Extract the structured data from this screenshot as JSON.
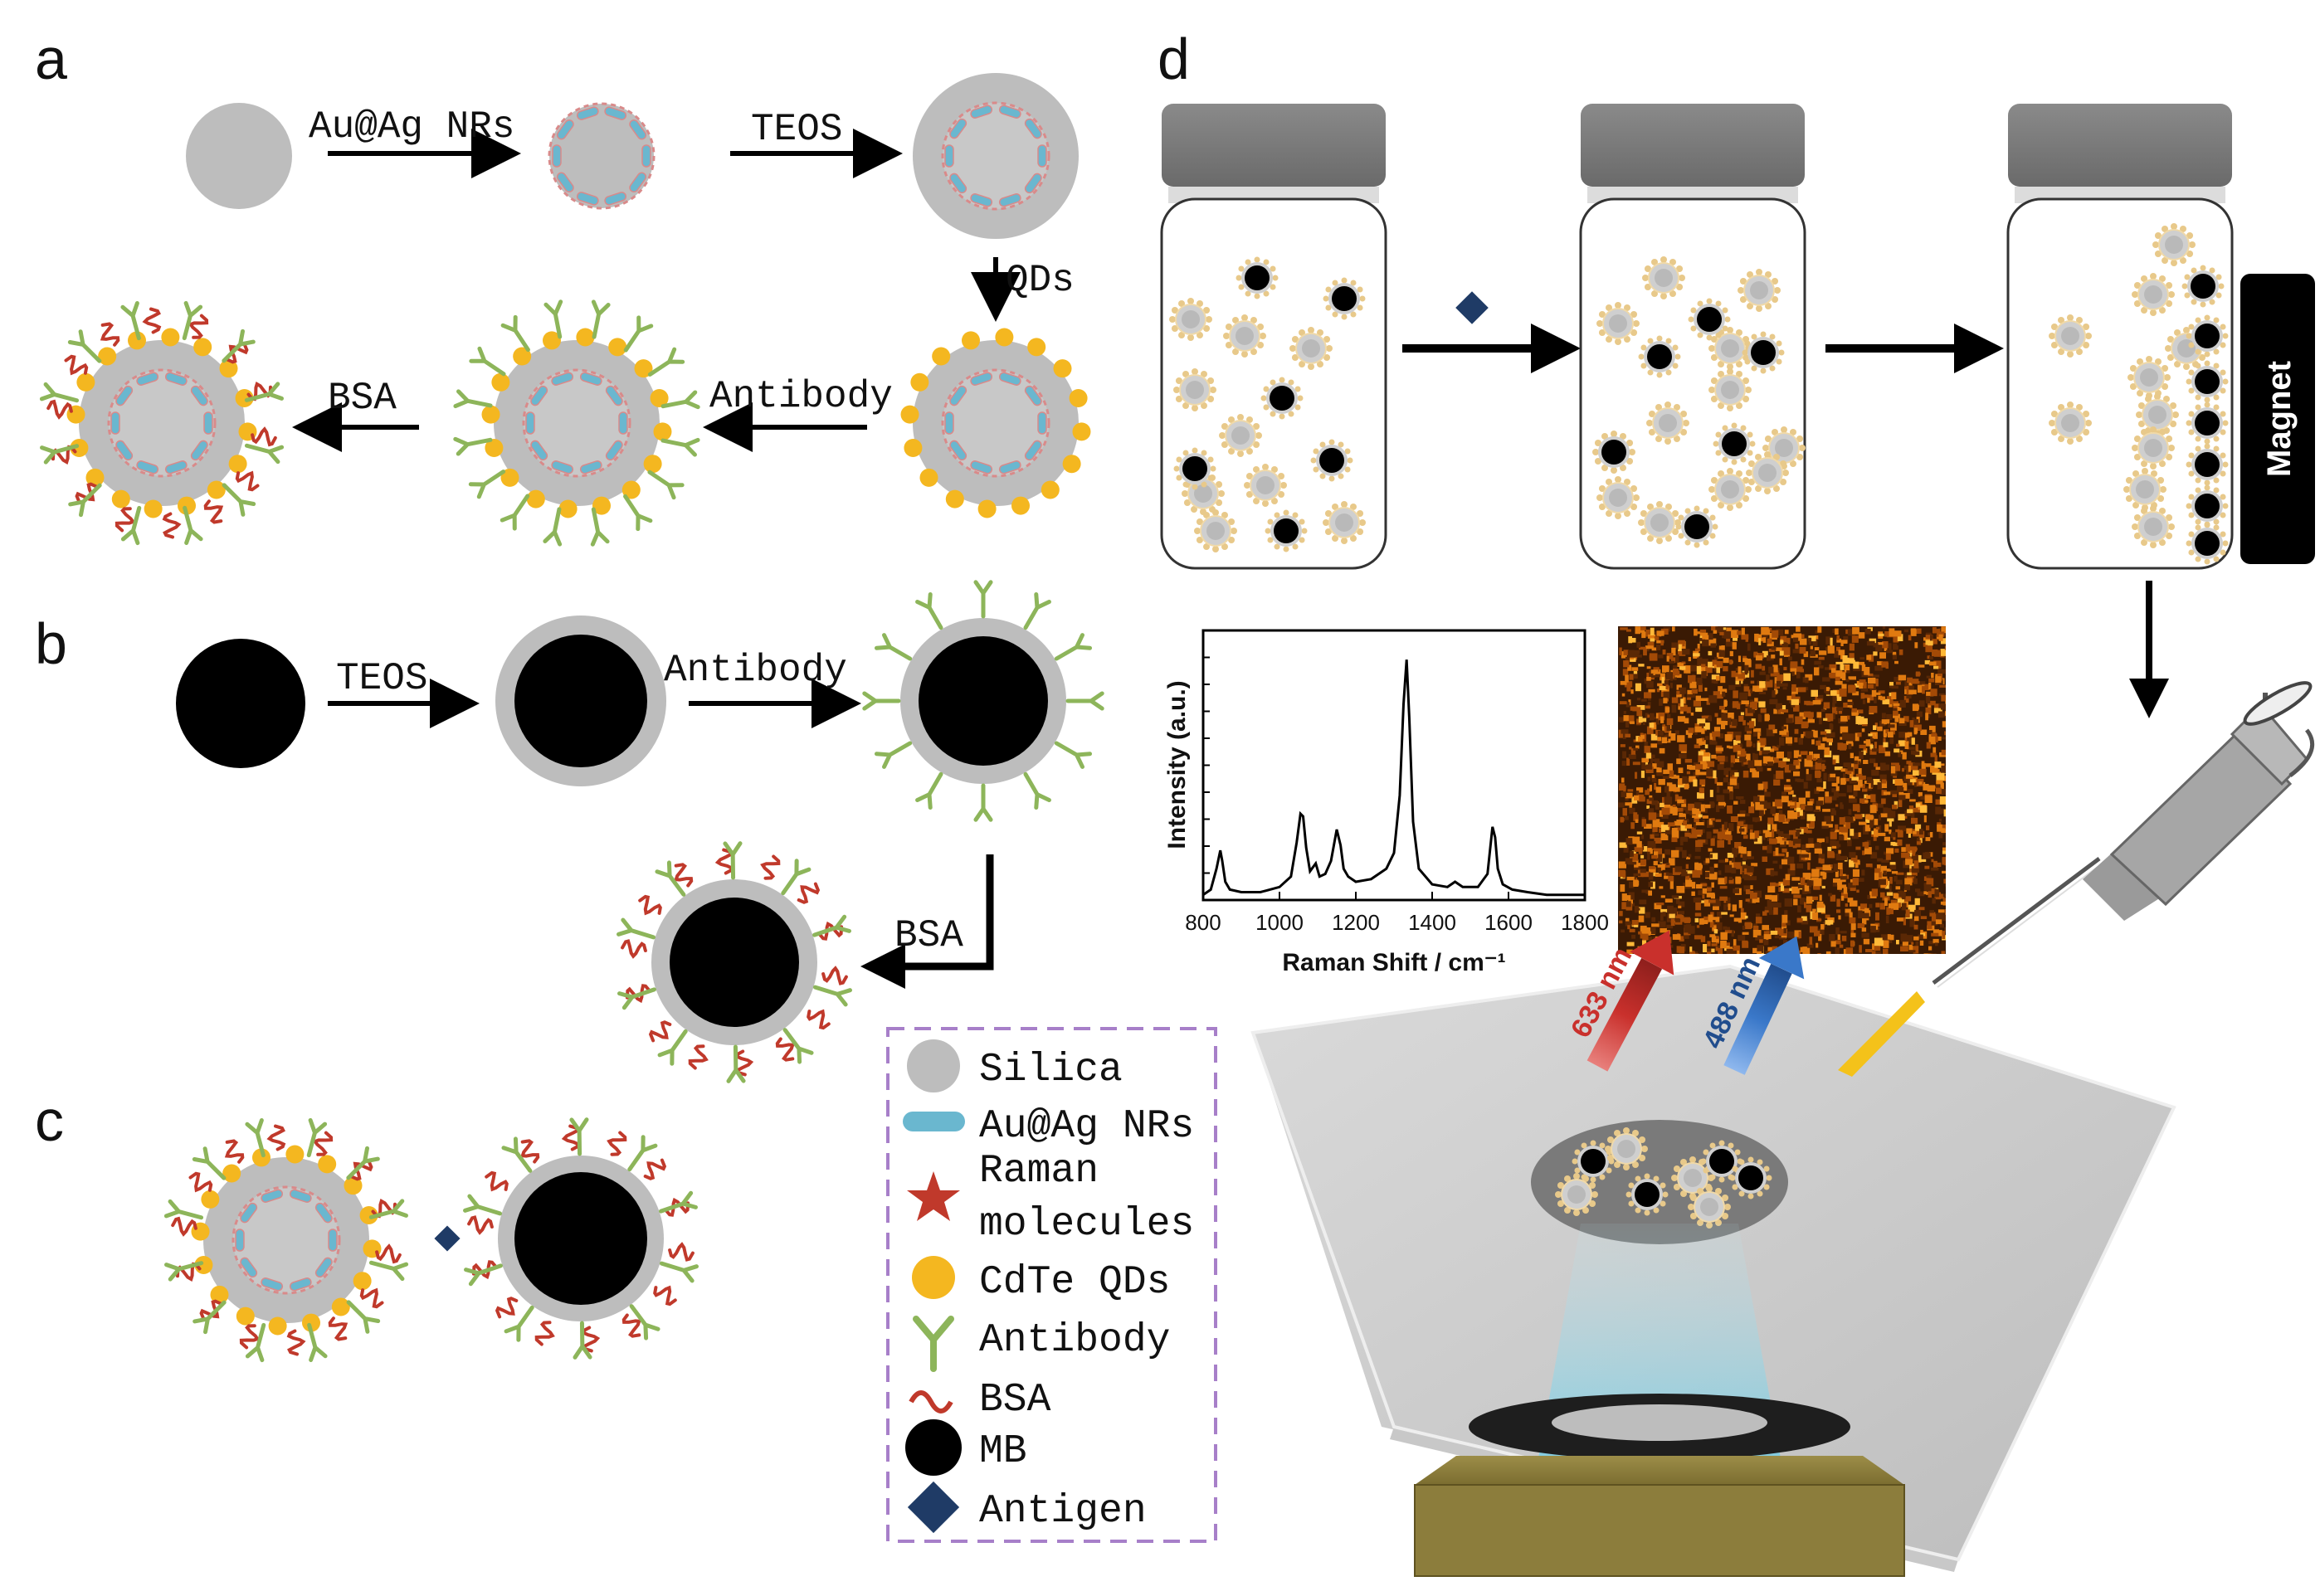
{
  "panels": {
    "a": "a",
    "b": "b",
    "c": "c",
    "d": "d"
  },
  "steps_a": {
    "au_ag": "Au@Ag NRs",
    "teos": "TEOS",
    "qds": "QDs",
    "antibody": "Antibody",
    "bsa": "BSA"
  },
  "steps_b": {
    "teos": "TEOS",
    "antibody": "Antibody",
    "bsa": "BSA"
  },
  "legend": {
    "silica": "Silica",
    "nrs": "Au@Ag NRs",
    "raman_1": "Raman",
    "raman_2": "molecules",
    "qds": "CdTe QDs",
    "antibody": "Antibody",
    "bsa": "BSA",
    "mb": "MB",
    "antigen": "Antigen"
  },
  "magnet_label": "Magnet",
  "lasers": {
    "red": "633 nm",
    "blue": "488 nm"
  },
  "colors": {
    "silica": "#bdbdbd",
    "nr_fill": "#6ab7cf",
    "nr_stroke": "#d98a8a",
    "qd": "#f4b720",
    "antibody": "#8db55a",
    "bsa": "#c0392b",
    "mb": "#000000",
    "antigen": "#1f3b66",
    "raman_star": "#c0392b",
    "legend_border": "#a77fc9",
    "laser_red": "#c9302c",
    "laser_blue": "#3a78c9",
    "map_base": "#3a1a04",
    "map_hot": "#f39c12",
    "stage": "#8c7d3c"
  },
  "chart_data": {
    "type": "line",
    "xlabel": "Raman Shift / cm⁻¹",
    "ylabel": "Intensity (a.u.)",
    "xlim": [
      800,
      1800
    ],
    "xticks": [
      800,
      1000,
      1200,
      1400,
      1600,
      1800
    ],
    "ylim": [
      0,
      1
    ],
    "series": [
      {
        "x": [
          800,
          820,
          835,
          845,
          850,
          858,
          870,
          900,
          950,
          1000,
          1030,
          1045,
          1055,
          1062,
          1070,
          1080,
          1095,
          1105,
          1120,
          1135,
          1150,
          1160,
          1168,
          1180,
          1200,
          1240,
          1280,
          1300,
          1315,
          1325,
          1333,
          1340,
          1350,
          1365,
          1400,
          1440,
          1460,
          1480,
          1520,
          1545,
          1558,
          1565,
          1572,
          1585,
          1610,
          1650,
          1700,
          1750,
          1800
        ],
        "y": [
          0.02,
          0.04,
          0.12,
          0.19,
          0.15,
          0.07,
          0.04,
          0.03,
          0.03,
          0.05,
          0.09,
          0.22,
          0.33,
          0.32,
          0.2,
          0.11,
          0.14,
          0.09,
          0.1,
          0.15,
          0.27,
          0.21,
          0.12,
          0.09,
          0.07,
          0.08,
          0.12,
          0.18,
          0.4,
          0.75,
          0.92,
          0.7,
          0.3,
          0.12,
          0.06,
          0.05,
          0.07,
          0.05,
          0.05,
          0.1,
          0.28,
          0.24,
          0.12,
          0.06,
          0.04,
          0.03,
          0.02,
          0.02,
          0.02
        ]
      }
    ]
  }
}
